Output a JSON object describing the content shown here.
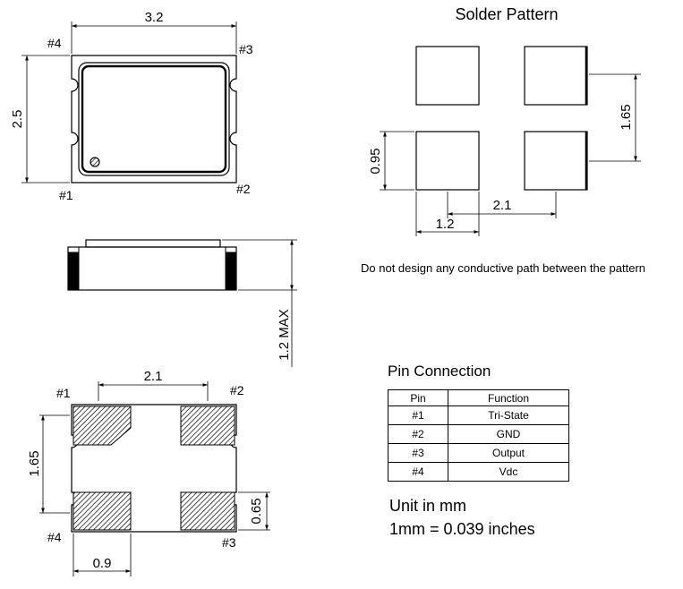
{
  "top_view": {
    "width_dim": "3.2",
    "height_dim": "2.5",
    "pin_labels": [
      "#4",
      "#3",
      "#1",
      "#2"
    ]
  },
  "side_view": {
    "height_dim": "1.2 MAX"
  },
  "bottom_view": {
    "pad_spacing_dim": "2.1",
    "pad_pitch_dim": "1.65",
    "pad_height_dim": "0.65",
    "pad_width_dim": "0.9",
    "pin_labels": [
      "#1",
      "#2",
      "#4",
      "#3"
    ]
  },
  "solder_pattern": {
    "title": "Solder Pattern",
    "vertical_pitch_dim": "1.65",
    "pad_height_dim": "0.95",
    "horizontal_pitch_dim": "2.1",
    "pad_width_dim": "1.2",
    "note": "Do not design any conductive path between the pattern"
  },
  "pin_connection": {
    "title": "Pin Connection",
    "headers": [
      "Pin",
      "Function"
    ],
    "rows": [
      [
        "#1",
        "Tri-State"
      ],
      [
        "#2",
        "GND"
      ],
      [
        "#3",
        "Output"
      ],
      [
        "#4",
        "Vdc"
      ]
    ]
  },
  "units": {
    "line1": "Unit in mm",
    "line2": "1mm = 0.039 inches"
  },
  "colors": {
    "ink": "#000000",
    "background": "#ffffff"
  }
}
